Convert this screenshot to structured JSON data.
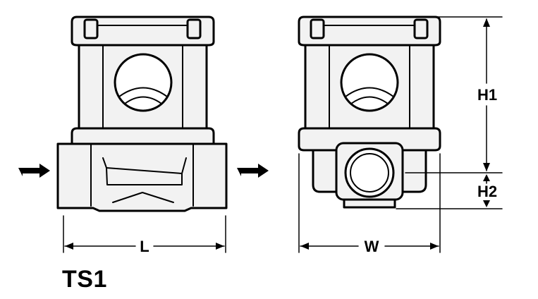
{
  "model_name": "TS1",
  "dimensions": {
    "length": "L",
    "width": "W",
    "height_upper": "H1",
    "height_lower": "H2"
  },
  "colors": {
    "ink": "#000000",
    "body_fill": "#f2f2f2",
    "background": "#ffffff"
  }
}
